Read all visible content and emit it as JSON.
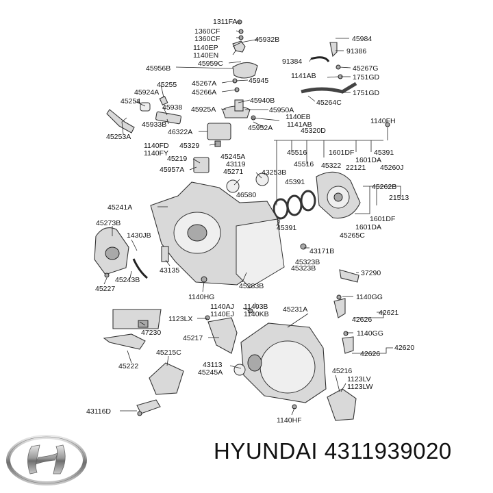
{
  "brand": {
    "name": "HYUNDAI",
    "part_number": "4311939020",
    "logo_icon": "hyundai-logo-icon"
  },
  "labels": [
    {
      "id": "l1311FA",
      "text": "1311FA"
    },
    {
      "id": "l1360CF1",
      "text": "1360CF"
    },
    {
      "id": "l1360CF2",
      "text": "1360CF"
    },
    {
      "id": "l1140EP",
      "text": "1140EP"
    },
    {
      "id": "l1140EN",
      "text": "1140EN"
    },
    {
      "id": "l45932B",
      "text": "45932B"
    },
    {
      "id": "l45956B",
      "text": "45956B"
    },
    {
      "id": "l45959C",
      "text": "45959C"
    },
    {
      "id": "l45267A",
      "text": "45267A"
    },
    {
      "id": "l45945",
      "text": "45945"
    },
    {
      "id": "l45266A",
      "text": "45266A"
    },
    {
      "id": "l45940B",
      "text": "45940B"
    },
    {
      "id": "l45925A",
      "text": "45925A"
    },
    {
      "id": "l45950A",
      "text": "45950A"
    },
    {
      "id": "l45255",
      "text": "45255"
    },
    {
      "id": "l45924A",
      "text": "45924A"
    },
    {
      "id": "l45254",
      "text": "45254"
    },
    {
      "id": "l45938",
      "text": "45938"
    },
    {
      "id": "l45933B",
      "text": "45933B"
    },
    {
      "id": "l46322A",
      "text": "46322A"
    },
    {
      "id": "l45253A",
      "text": "45253A"
    },
    {
      "id": "l45952A",
      "text": "45952A"
    },
    {
      "id": "l1140EB",
      "text": "1140EB"
    },
    {
      "id": "l1141AB1",
      "text": "1141AB"
    },
    {
      "id": "l45984",
      "text": "45984"
    },
    {
      "id": "l91386",
      "text": "91386"
    },
    {
      "id": "l91384",
      "text": "91384"
    },
    {
      "id": "l1141AB2",
      "text": "1141AB"
    },
    {
      "id": "l45267G",
      "text": "45267G"
    },
    {
      "id": "l1751GD1",
      "text": "1751GD"
    },
    {
      "id": "l1751GD2",
      "text": "1751GD"
    },
    {
      "id": "l45264C",
      "text": "45264C"
    },
    {
      "id": "l1140FH",
      "text": "1140FH"
    },
    {
      "id": "l45320D",
      "text": "45320D"
    },
    {
      "id": "l1140FD",
      "text": "1140FD"
    },
    {
      "id": "l1140FY",
      "text": "1140FY"
    },
    {
      "id": "l45329",
      "text": "45329"
    },
    {
      "id": "l45219",
      "text": "45219"
    },
    {
      "id": "l45957A",
      "text": "45957A"
    },
    {
      "id": "l45245A1",
      "text": "45245A"
    },
    {
      "id": "l43119",
      "text": "43119"
    },
    {
      "id": "l45271",
      "text": "45271"
    },
    {
      "id": "l43253B",
      "text": "43253B"
    },
    {
      "id": "l45516a",
      "text": "45516"
    },
    {
      "id": "l45516b",
      "text": "45516"
    },
    {
      "id": "l1601DF1",
      "text": "1601DF"
    },
    {
      "id": "l45391a",
      "text": "45391"
    },
    {
      "id": "l1601DA1",
      "text": "1601DA"
    },
    {
      "id": "l45322",
      "text": "45322"
    },
    {
      "id": "l22121",
      "text": "22121"
    },
    {
      "id": "l45260J",
      "text": "45260J"
    },
    {
      "id": "l45391b",
      "text": "45391"
    },
    {
      "id": "l45262B",
      "text": "45262B"
    },
    {
      "id": "l46580",
      "text": "46580"
    },
    {
      "id": "l21513",
      "text": "21513"
    },
    {
      "id": "l45241A",
      "text": "45241A"
    },
    {
      "id": "l1601DF2",
      "text": "1601DF"
    },
    {
      "id": "l1601DA2",
      "text": "1601DA"
    },
    {
      "id": "l45265C",
      "text": "45265C"
    },
    {
      "id": "l45273B",
      "text": "45273B"
    },
    {
      "id": "l45391c",
      "text": "45391"
    },
    {
      "id": "l1430JB",
      "text": "1430JB"
    },
    {
      "id": "l43171B",
      "text": "43171B"
    },
    {
      "id": "l45323B1",
      "text": "45323B"
    },
    {
      "id": "l45323B2",
      "text": "45323B"
    },
    {
      "id": "l37290",
      "text": "37290"
    },
    {
      "id": "l43135",
      "text": "43135"
    },
    {
      "id": "l45243B",
      "text": "45243B"
    },
    {
      "id": "l45227",
      "text": "45227"
    },
    {
      "id": "l45283B",
      "text": "45283B"
    },
    {
      "id": "l1140HG",
      "text": "1140HG"
    },
    {
      "id": "l1140GG1",
      "text": "1140GG"
    },
    {
      "id": "l1140AJ",
      "text": "1140AJ"
    },
    {
      "id": "l1140EJ",
      "text": "1140EJ"
    },
    {
      "id": "l11403B",
      "text": "11403B"
    },
    {
      "id": "l1140KB",
      "text": "1140KB"
    },
    {
      "id": "l45231A",
      "text": "45231A"
    },
    {
      "id": "l42621",
      "text": "42621"
    },
    {
      "id": "l42626a",
      "text": "42626"
    },
    {
      "id": "l1123LX",
      "text": "1123LX"
    },
    {
      "id": "l47230",
      "text": "47230"
    },
    {
      "id": "l45217",
      "text": "45217"
    },
    {
      "id": "l1140GG2",
      "text": "1140GG"
    },
    {
      "id": "l42620",
      "text": "42620"
    },
    {
      "id": "l42626b",
      "text": "42626"
    },
    {
      "id": "l45222",
      "text": "45222"
    },
    {
      "id": "l45215C",
      "text": "45215C"
    },
    {
      "id": "l43113",
      "text": "43113"
    },
    {
      "id": "l45245A2",
      "text": "45245A"
    },
    {
      "id": "l45216",
      "text": "45216"
    },
    {
      "id": "l1123LV",
      "text": "1123LV"
    },
    {
      "id": "l1123LW",
      "text": "1123LW"
    },
    {
      "id": "l43116D",
      "text": "43116D"
    },
    {
      "id": "l1140HF",
      "text": "1140HF"
    }
  ]
}
